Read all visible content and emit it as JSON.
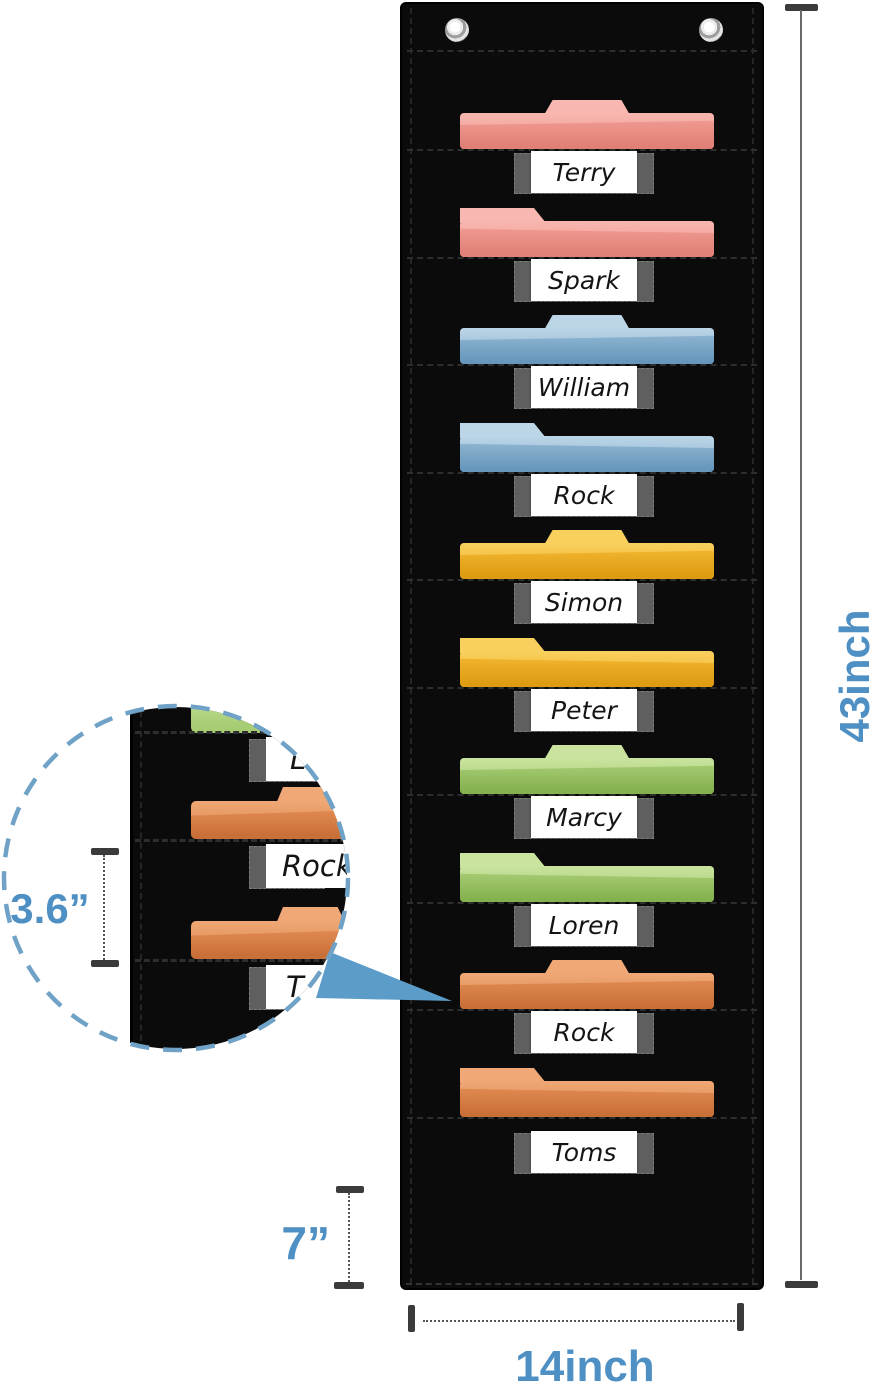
{
  "chart": {
    "pockets": [
      {
        "name": "Terry",
        "folder": "pink",
        "tab": "center"
      },
      {
        "name": "Spark",
        "folder": "pink",
        "tab": "left"
      },
      {
        "name": "William",
        "folder": "blue",
        "tab": "center"
      },
      {
        "name": "Rock",
        "folder": "blue",
        "tab": "left"
      },
      {
        "name": "Simon",
        "folder": "yellow",
        "tab": "center"
      },
      {
        "name": "Peter",
        "folder": "yellow",
        "tab": "left"
      },
      {
        "name": "Marcy",
        "folder": "green",
        "tab": "center"
      },
      {
        "name": "Loren",
        "folder": "green",
        "tab": "left"
      },
      {
        "name": "Rock",
        "folder": "orange",
        "tab": "center"
      },
      {
        "name": "Toms",
        "folder": "orange",
        "tab": "left"
      }
    ],
    "grommet_count": 2
  },
  "inset": {
    "visible_labels": [
      "L",
      "Rock",
      "T"
    ],
    "pocket_spacing_label": "3.6”"
  },
  "dimensions": {
    "height_label": "43inch",
    "width_label": "14inch",
    "bottom_pocket_label": "7”"
  },
  "colors": {
    "accent_blue": "#4e90c4",
    "arrow_blue": "#5b9cc9",
    "ring_blue": "#6fa2c6",
    "fabric_black": "#0b0b0b",
    "label_holder_gray": "#5f5f5f",
    "card_white": "#ffffff",
    "folders": {
      "pink": {
        "light": "#f8b7b0",
        "base": "#f09a92",
        "dark": "#e08076"
      },
      "blue": {
        "light": "#bcd6e8",
        "base": "#8fb5d1",
        "dark": "#6697bc"
      },
      "yellow": {
        "light": "#f9d05e",
        "base": "#f1b52e",
        "dark": "#dd9c12"
      },
      "green": {
        "light": "#cae49f",
        "base": "#a6cc74",
        "dark": "#85b14e"
      },
      "orange": {
        "light": "#efa876",
        "base": "#e08b52",
        "dark": "#c96f38"
      }
    }
  }
}
